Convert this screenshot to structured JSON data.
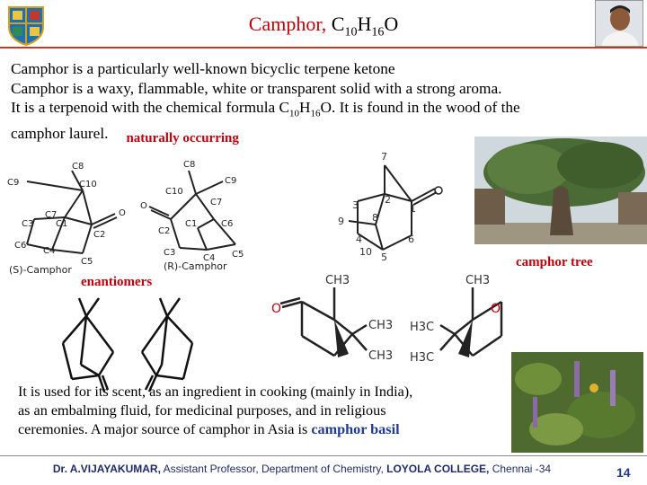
{
  "header": {
    "title_red": "Camphor,",
    "title_formula_main": "C",
    "title_sub1": "10",
    "title_h": "H",
    "title_sub2": "16",
    "title_o": "O"
  },
  "intro": {
    "line1": "Camphor is a particularly well-known bicyclic terpene ketone",
    "line2": "Camphor is a waxy, flammable, white or transparent solid with a strong aroma.",
    "line3_a": "It is a terpenoid with the chemical formula C",
    "line3_sub1": "10",
    "line3_b": "H",
    "line3_sub2": "16",
    "line3_c": "O. It is found in the wood of the",
    "line4": "camphor laurel.",
    "note": "naturally occurring"
  },
  "structures": {
    "s_label": "(S)-Camphor",
    "r_label": "(R)-Camphor",
    "enantiomers": "enantiomers",
    "tree_caption": "camphor tree",
    "atoms_left": [
      "C8",
      "C9",
      "C10",
      "C7",
      "C3",
      "C1",
      "C2",
      "C4",
      "C6",
      "C5",
      "O"
    ],
    "atoms_right": [
      "C8",
      "C10",
      "C9",
      "C7",
      "C2",
      "C1",
      "C6",
      "C3",
      "C4",
      "C5",
      "O"
    ],
    "numbering": [
      "7",
      "3",
      "2",
      "9",
      "8",
      "1",
      "4",
      "6",
      "10",
      "5"
    ],
    "groups": [
      "CH3",
      "CH3",
      "CH3",
      "CH3",
      "H3C",
      "H3C",
      "O",
      "O"
    ]
  },
  "uses": {
    "line1": " It is used for its scent, as an ingredient in cooking (mainly in India),",
    "line2": "as an embalming fluid, for medicinal purposes, and in religious",
    "line3_a": "ceremonies. A major source of camphor in Asia is ",
    "line3_b": "camphor basil"
  },
  "footer": {
    "author": "Dr. A.VIJAYAKUMAR,",
    "role": " Assistant Professor,  Department of Chemistry,  ",
    "college": "LOYOLA COLLEGE,",
    "place": "  Chennai -34",
    "page": "14"
  }
}
